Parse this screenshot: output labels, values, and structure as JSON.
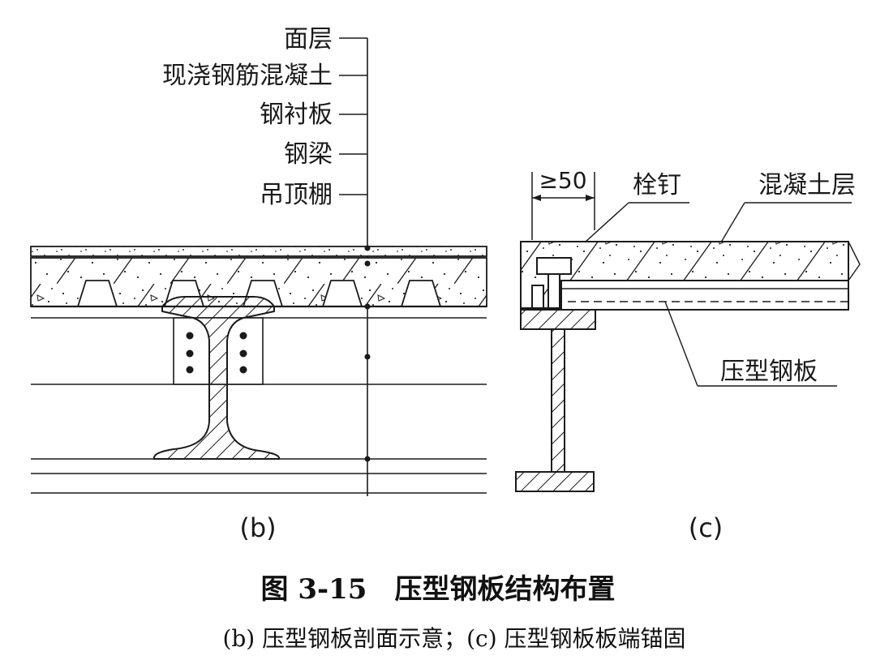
{
  "figure": {
    "title": "图 3-15　压型钢板结构布置",
    "caption": "(b) 压型钢板剖面示意；(c) 压型钢板板端锚固"
  },
  "panel_b": {
    "label": "(b)",
    "layers": [
      "面层",
      "现浇钢筋混凝土",
      "钢衬板",
      "钢梁",
      "吊顶棚"
    ]
  },
  "panel_c": {
    "label": "(c)",
    "dimension": "≥50",
    "stud_label": "栓钉",
    "concrete_label": "混凝土层",
    "deck_label": "压型钢板"
  },
  "colors": {
    "ink": "#1a1a1a",
    "paper": "#ffffff"
  }
}
